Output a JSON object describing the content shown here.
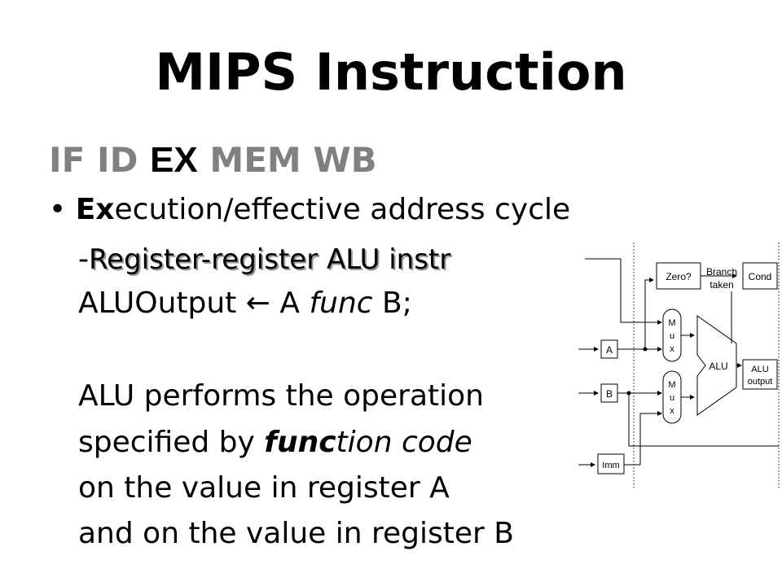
{
  "title": "MIPS Instruction",
  "stages": {
    "if": "IF",
    "id": "ID",
    "ex": "EX",
    "mem": "MEM",
    "wb": "WB"
  },
  "bullet_symbol": "•",
  "bullet": {
    "bold": "Ex",
    "rest": "ecution/effective address cycle"
  },
  "subhead": {
    "dash": "-",
    "text": "Register-register ALU instr"
  },
  "formula": {
    "lhs": "ALUOutput",
    "arrow": "←",
    "a": "A",
    "func": "func",
    "b": "B;"
  },
  "desc": {
    "l1": "ALU performs the operation",
    "l2_pre": "specified by",
    "l2_bold": "func",
    "l2_ital": "tion code",
    "l3": "on the value in register A",
    "l4": "and on the value in register B"
  },
  "diagram": {
    "zero": "Zero?",
    "branch": "Branch",
    "taken": "taken",
    "cond": "Cond",
    "reg_a": "A",
    "reg_b": "B",
    "imm": "Imm",
    "mux_m": "M",
    "mux_u": "u",
    "mux_x": "x",
    "alu": "ALU",
    "alu_out_1": "ALU",
    "alu_out_2": "output"
  }
}
